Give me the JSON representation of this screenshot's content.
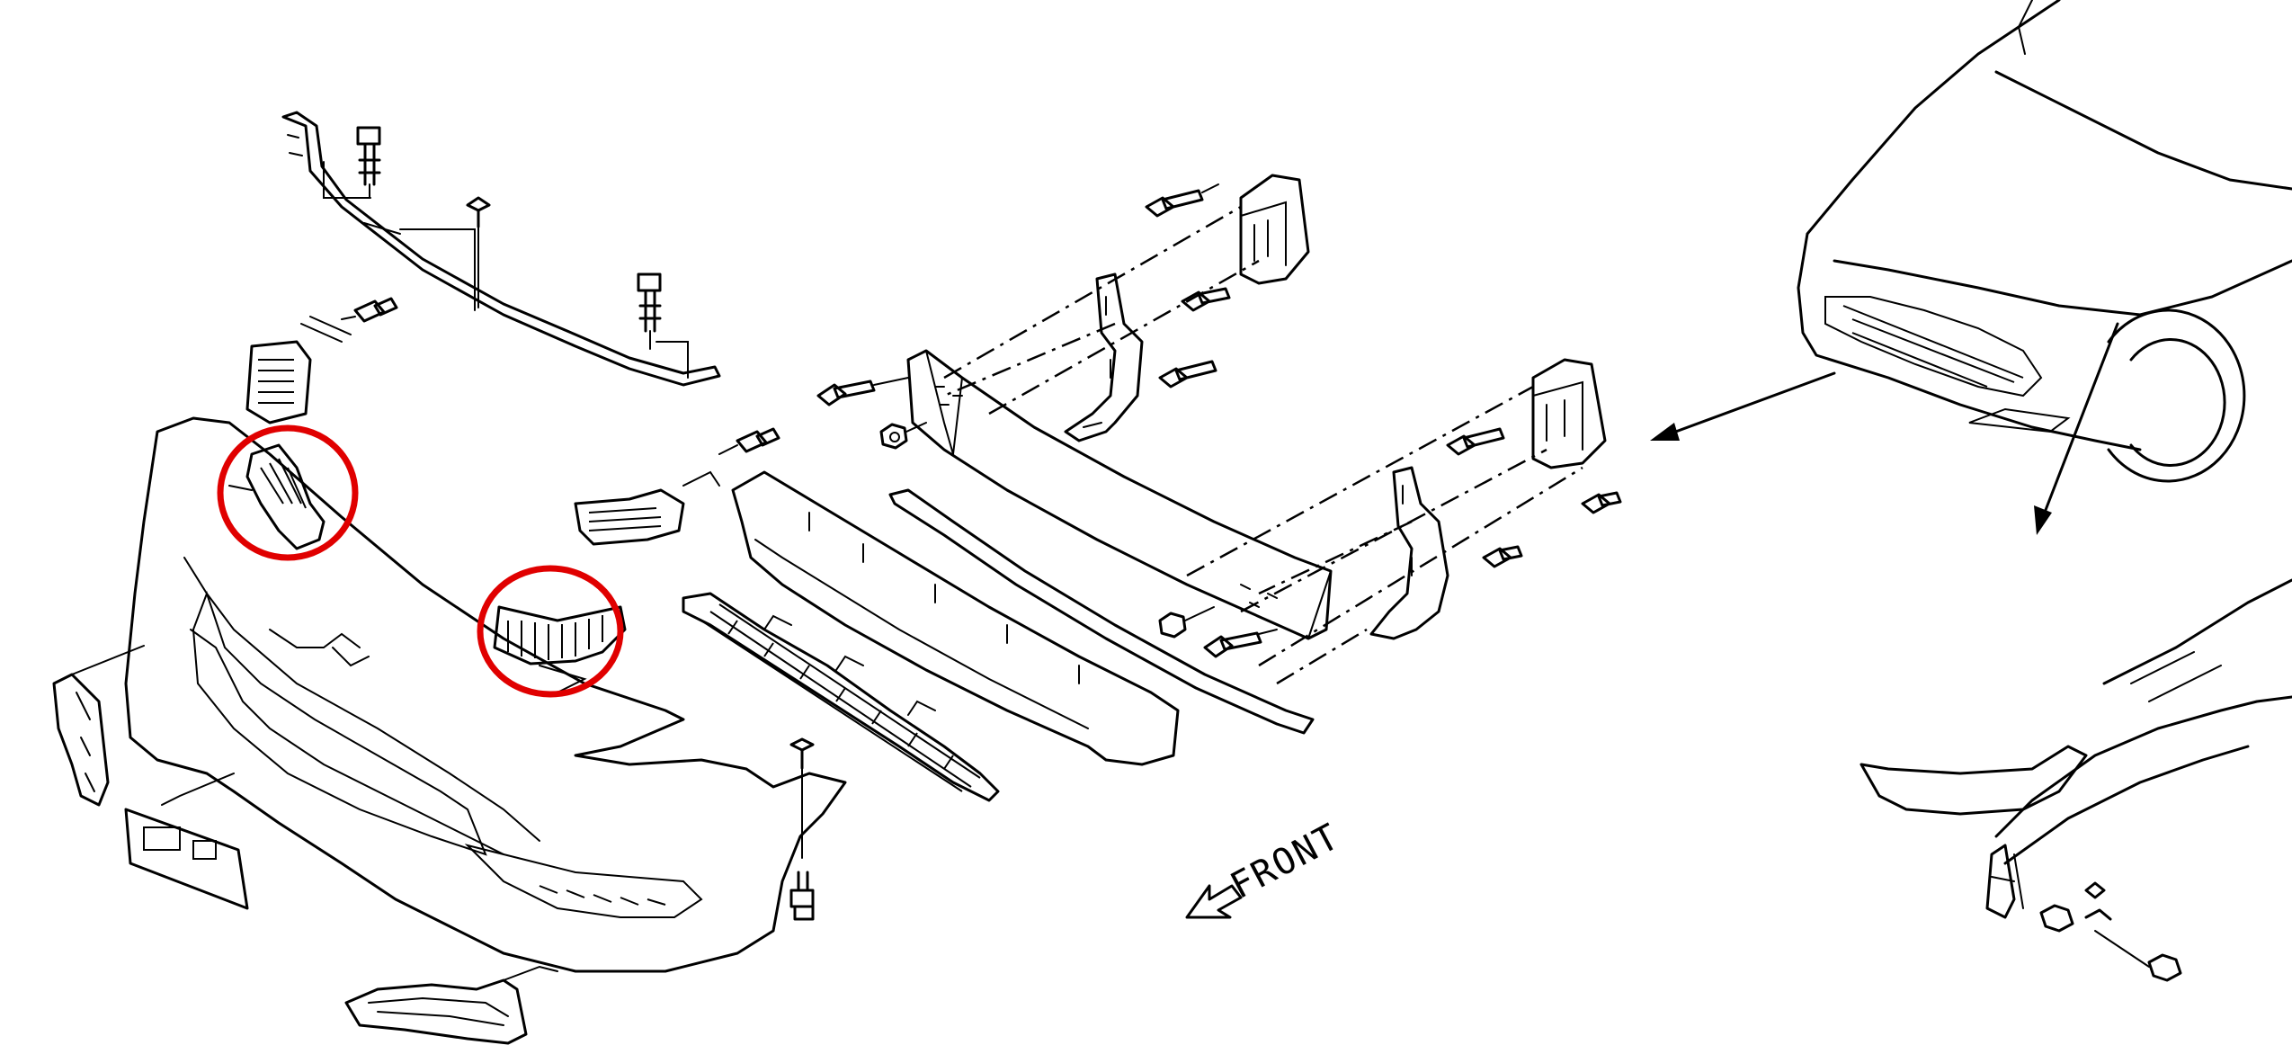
{
  "diagram": {
    "front_label": "FRONT",
    "highlight_color": "#e00000",
    "line_color": "#000000",
    "background_color": "#ffffff",
    "highlighted_parts": [
      "left-bumper-bracket",
      "center-bumper-bracket"
    ]
  }
}
